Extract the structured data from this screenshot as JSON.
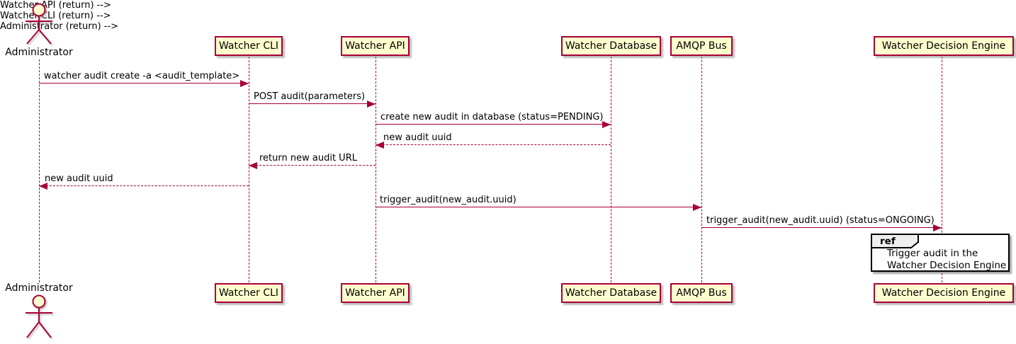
{
  "colors": {
    "participant_fill": "#FEFECE",
    "participant_border": "#A80036",
    "message_line": "#A80036",
    "lifeline": "#A80036",
    "ref_border": "#000000",
    "ref_tab_fill": "#EEEEEE",
    "background": "#FFFFFF"
  },
  "actors": {
    "administrator": {
      "name": "Administrator"
    }
  },
  "participants": [
    {
      "name": "Watcher CLI"
    },
    {
      "name": "Watcher API"
    },
    {
      "name": "Watcher Database"
    },
    {
      "name": "AMQP Bus"
    },
    {
      "name": "Watcher Decision Engine"
    }
  ],
  "messages": [
    {
      "from": "Administrator",
      "to": "Watcher CLI",
      "label": "watcher audit create -a <audit_template>",
      "line": "solid"
    },
    {
      "from": "Watcher CLI",
      "to": "Watcher API",
      "label": "POST audit(parameters)",
      "line": "solid"
    },
    {
      "from": "Watcher API",
      "to": "Watcher Database",
      "label": "create new audit in database (status=PENDING)",
      "line": "solid"
    },
    {
      "from": "Watcher Database",
      "to": "Watcher API",
      "label": "new audit uuid",
      "line": "dashed"
    },
    {
      "from": "Watcher API",
      "to": "Watcher CLI",
      "label": "return new audit URL",
      "line": "dashed"
    },
    {
      "from": "Watcher CLI",
      "to": "Administrator",
      "label": "new audit uuid",
      "line": "dashed"
    },
    {
      "from": "Watcher API",
      "to": "AMQP Bus",
      "label": "trigger_audit(new_audit.uuid)",
      "line": "solid"
    },
    {
      "from": "AMQP Bus",
      "to": "Watcher Decision Engine",
      "label": "trigger_audit(new_audit.uuid) (status=ONGOING)",
      "line": "solid"
    }
  ],
  "ref": {
    "keyword": "ref",
    "lines": [
      "Trigger audit in the",
      "Watcher Decision Engine"
    ],
    "over": "Watcher Decision Engine"
  }
}
